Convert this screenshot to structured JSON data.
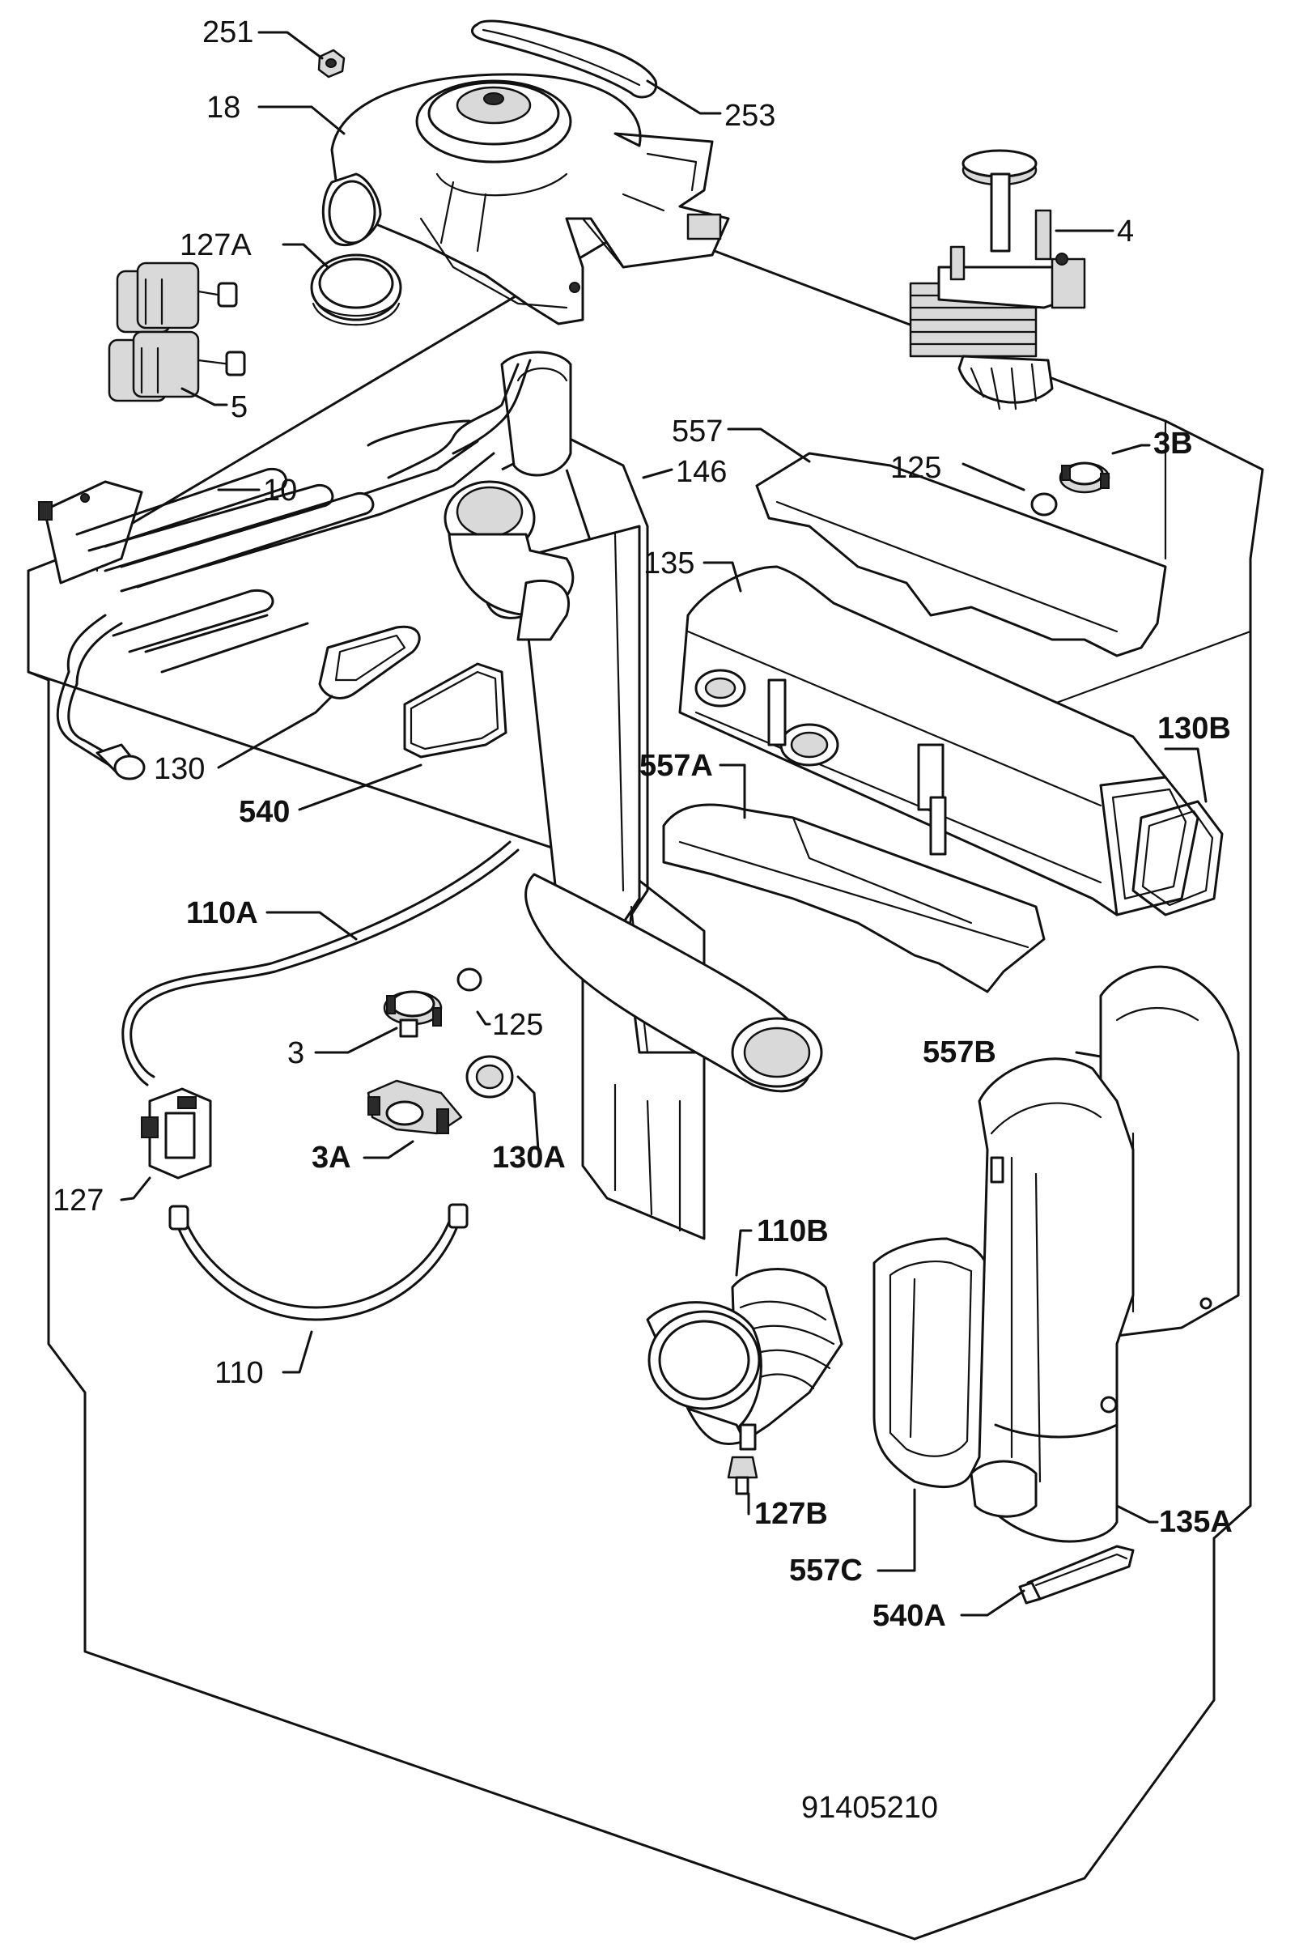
{
  "diagram": {
    "reference_number": "91405210",
    "parts": [
      {
        "id": "251",
        "label": "251"
      },
      {
        "id": "18",
        "label": "18"
      },
      {
        "id": "253",
        "label": "253"
      },
      {
        "id": "127A",
        "label": "127A"
      },
      {
        "id": "4",
        "label": "4"
      },
      {
        "id": "5",
        "label": "5"
      },
      {
        "id": "557",
        "label": "557"
      },
      {
        "id": "125_top",
        "label": "125"
      },
      {
        "id": "3B",
        "label": "3B"
      },
      {
        "id": "146",
        "label": "146"
      },
      {
        "id": "10",
        "label": "10"
      },
      {
        "id": "135",
        "label": "135"
      },
      {
        "id": "130B",
        "label": "130B"
      },
      {
        "id": "130",
        "label": "130"
      },
      {
        "id": "557A",
        "label": "557A"
      },
      {
        "id": "540",
        "label": "540"
      },
      {
        "id": "110A",
        "label": "110A"
      },
      {
        "id": "125_mid",
        "label": "125"
      },
      {
        "id": "3",
        "label": "3"
      },
      {
        "id": "557B",
        "label": "557B"
      },
      {
        "id": "130A",
        "label": "130A"
      },
      {
        "id": "3A",
        "label": "3A"
      },
      {
        "id": "127",
        "label": "127"
      },
      {
        "id": "110B",
        "label": "110B"
      },
      {
        "id": "110",
        "label": "110"
      },
      {
        "id": "127B",
        "label": "127B"
      },
      {
        "id": "135A",
        "label": "135A"
      },
      {
        "id": "557C",
        "label": "557C"
      },
      {
        "id": "540A",
        "label": "540A"
      }
    ]
  }
}
